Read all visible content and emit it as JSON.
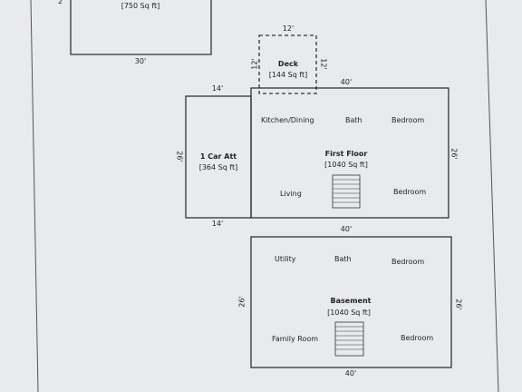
{
  "top_block": {
    "area": "[750 Sq ft]",
    "width_label": "30'",
    "corner_label": "2"
  },
  "deck": {
    "name": "Deck",
    "area": "[144 Sq ft]",
    "top_dim": "12'",
    "left_dim": "12'",
    "right_dim": "12'"
  },
  "garage": {
    "name": "1 Car Att",
    "area": "[364 Sq ft]",
    "top_dim": "14'",
    "bottom_dim": "14'",
    "side_dim": "26'"
  },
  "first_floor": {
    "name": "First Floor",
    "area": "[1040 Sq ft]",
    "top_dim": "40'",
    "bottom_dim": "40'",
    "side_dim": "26'",
    "rooms": [
      "Kitchen/Dining",
      "Bath",
      "Bedroom",
      "Living",
      "Bedroom"
    ]
  },
  "basement": {
    "name": "Basement",
    "area": "[1040 Sq ft]",
    "bottom_dim": "40'",
    "left_dim": "26'",
    "right_dim": "26'",
    "rooms": [
      "Utility",
      "Bath",
      "Bedroom",
      "Family Room",
      "Bedroom"
    ]
  }
}
